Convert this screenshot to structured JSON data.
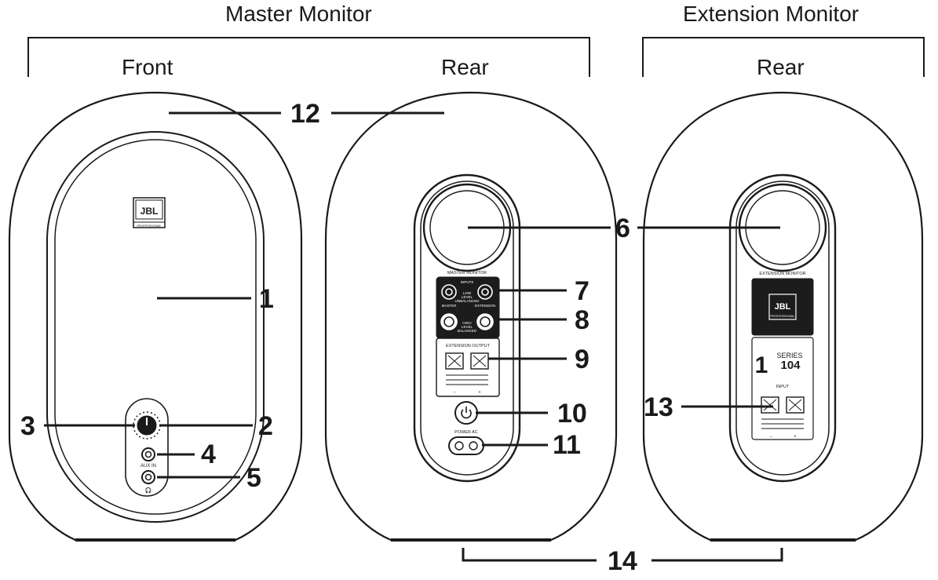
{
  "headers": {
    "master_monitor": "Master Monitor",
    "extension_monitor": "Extension Monitor",
    "front": "Front",
    "rear_master": "Rear",
    "rear_extension": "Rear"
  },
  "callouts": {
    "n1": "1",
    "n2": "2",
    "n3": "3",
    "n4": "4",
    "n5": "5",
    "n6": "6",
    "n7": "7",
    "n8": "8",
    "n9": "9",
    "n10": "10",
    "n11": "11",
    "n12": "12",
    "n13": "13",
    "n14": "14"
  },
  "front_panel": {
    "logo": "JBL",
    "logo_sub": "PROFESSIONAL",
    "aux_label": "AUX IN",
    "headphone_glyph": "🎧"
  },
  "master_rear_panel": {
    "title": "MASTER MONITOR",
    "inputs_label": "INPUTS",
    "low_level": "LOW",
    "low_level_2": "LEVEL",
    "low_level_3": "UNBALANCED",
    "master": "MASTER",
    "extension": "EXTENSION",
    "high_level": "HIGH",
    "high_level_2": "LEVEL",
    "high_level_3": "BALANCED",
    "extension_output": "EXTENSION OUTPUT",
    "minus": "−",
    "plus": "+",
    "power_ac": "POWER AC"
  },
  "extension_rear_panel": {
    "title": "EXTENSION MONITOR",
    "logo": "JBL",
    "logo_sub": "PROFESSIONAL",
    "series_one": "1",
    "series_word": "SERIES",
    "series_model": "104",
    "input": "INPUT",
    "minus": "−",
    "plus": "+"
  },
  "colors": {
    "ink": "#1a1a1a",
    "panel_dark": "#1c1c1c",
    "background": "#ffffff"
  }
}
